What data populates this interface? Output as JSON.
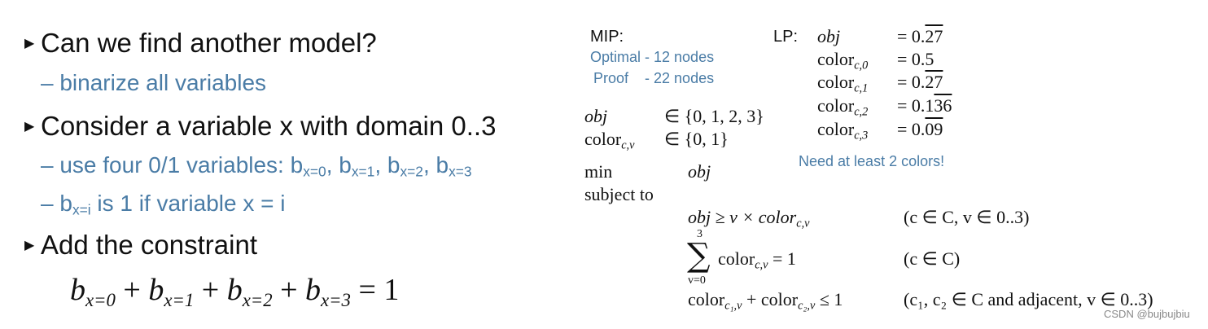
{
  "left": {
    "b1": "Can we find another model?",
    "s1": "– binarize all variables",
    "b2": "Consider a variable x with domain 0..3",
    "s2_prefix": "– use four 0/1 variables: ",
    "s2_vars": [
      "x=0",
      "x=1",
      "x=2",
      "x=3"
    ],
    "s3_suffix": " is 1 if variable x = i",
    "s3_sub": "x=i",
    "b3": "Add the constraint",
    "eq_subs": [
      "x=0",
      "x=1",
      "x=2",
      "x=3"
    ],
    "eq_rhs": "= 1"
  },
  "mip": {
    "title": "MIP:",
    "optimal": "Optimal - 12 nodes",
    "proof": "Proof    - 22 nodes"
  },
  "lp": {
    "title": "LP:",
    "rows": [
      {
        "name": "obj",
        "sub": "",
        "val": "= 0.",
        "rep": "27"
      },
      {
        "name": "color",
        "sub": "c,0",
        "val": "= 0.5",
        "rep": ""
      },
      {
        "name": "color",
        "sub": "c,1",
        "val": "= 0.",
        "rep": "27"
      },
      {
        "name": "color",
        "sub": "c,2",
        "val": "= 0.1",
        "rep": "36"
      },
      {
        "name": "color",
        "sub": "c,3",
        "val": "= 0.",
        "rep": "09"
      }
    ],
    "note": "Need at least 2 colors!"
  },
  "model": {
    "dom_obj": "obj",
    "dom_obj_set": "∈ {0, 1, 2, 3}",
    "dom_color": "color",
    "dom_color_sub": "c,v",
    "dom_color_set": "∈ {0, 1}",
    "min": "min",
    "min_obj": "obj",
    "subject_to": "subject to",
    "c1_lhs": "obj ≥ v × color",
    "c1_sub": "c,v",
    "c1_cond": "(c ∈ C, v ∈ 0..3)",
    "sum_top": "3",
    "sum_sym": "∑",
    "sum_bottom": "v=0",
    "c2_body": "color",
    "c2_sub": "c,v",
    "c2_rhs": "= 1",
    "c2_cond": "(c ∈ C)",
    "c3_a": "color",
    "c3_a_sub": "c₁,v",
    "c3_plus": " + color",
    "c3_b_sub": "c₂,v",
    "c3_rhs": " ≤ 1",
    "c3_cond": "(c₁, c₂ ∈ C and adjacent, v ∈ 0..3)"
  },
  "watermark": "CSDN @bujbujbiu"
}
